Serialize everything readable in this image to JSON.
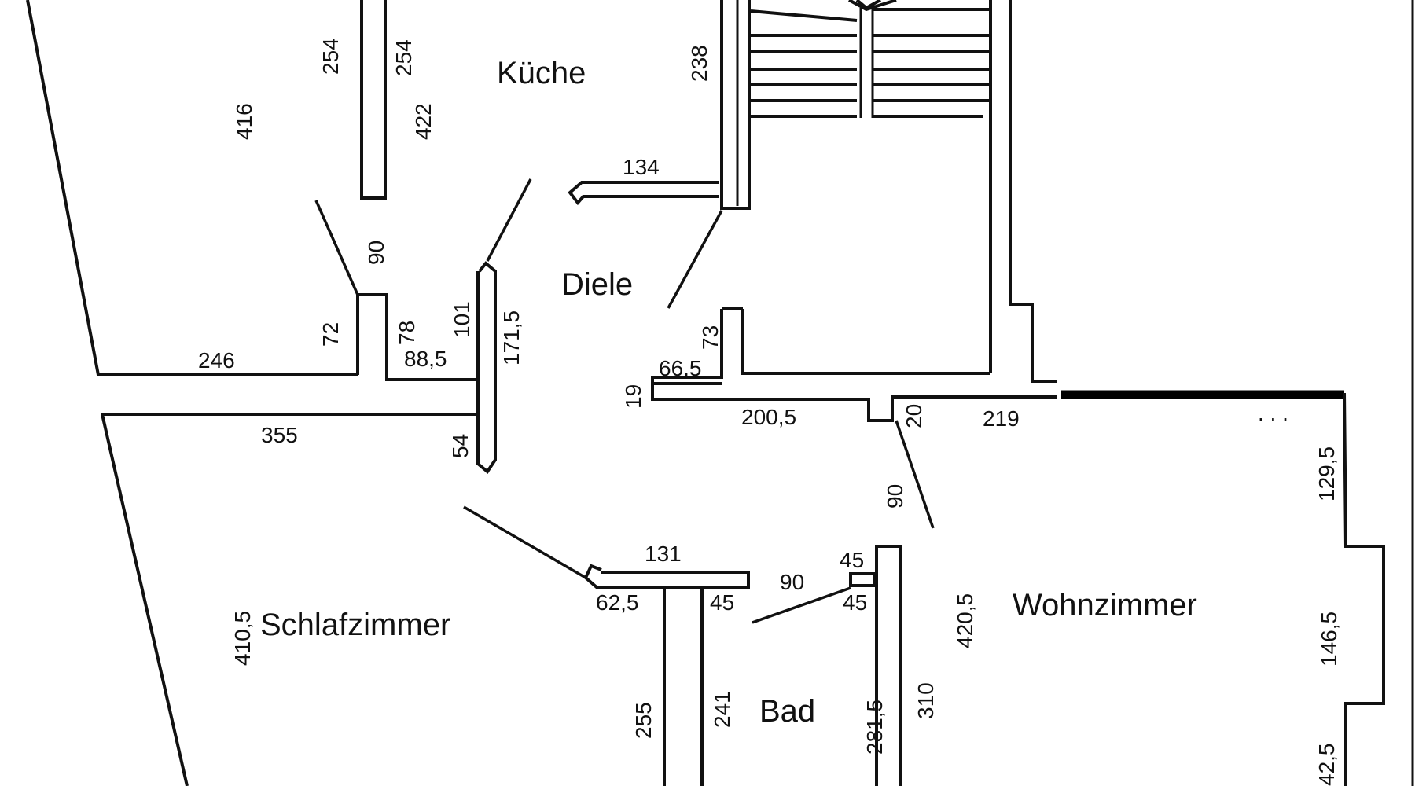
{
  "rooms": {
    "kueche": "Küche",
    "diele": "Diele",
    "schlafzimmer": "Schlafzimmer",
    "wohnzimmer": "Wohnzimmer",
    "bad": "Bad"
  },
  "dimensions": {
    "d254a": "254",
    "d254b": "254",
    "d416": "416",
    "d422": "422",
    "d238": "238",
    "d134": "134",
    "d90a": "90",
    "d72": "72",
    "d78": "78",
    "d101": "101",
    "d171_5": "171,5",
    "d246": "246",
    "d88_5": "88,5",
    "d73": "73",
    "d66_5": "66,5",
    "d19": "19",
    "d200_5": "200,5",
    "d20": "20",
    "d219": "219",
    "d355": "355",
    "d54": "54",
    "d90b": "90",
    "d129_5": "129,5",
    "d131": "131",
    "d90c": "90",
    "d45a": "45",
    "d62_5": "62,5",
    "d45b": "45",
    "d45c": "45",
    "d420_5": "420,5",
    "d410_5": "410,5",
    "d146_5": "146,5",
    "d255": "255",
    "d241": "241",
    "d281_5": "281,5",
    "d310": "310",
    "d42_5": "42,5"
  }
}
